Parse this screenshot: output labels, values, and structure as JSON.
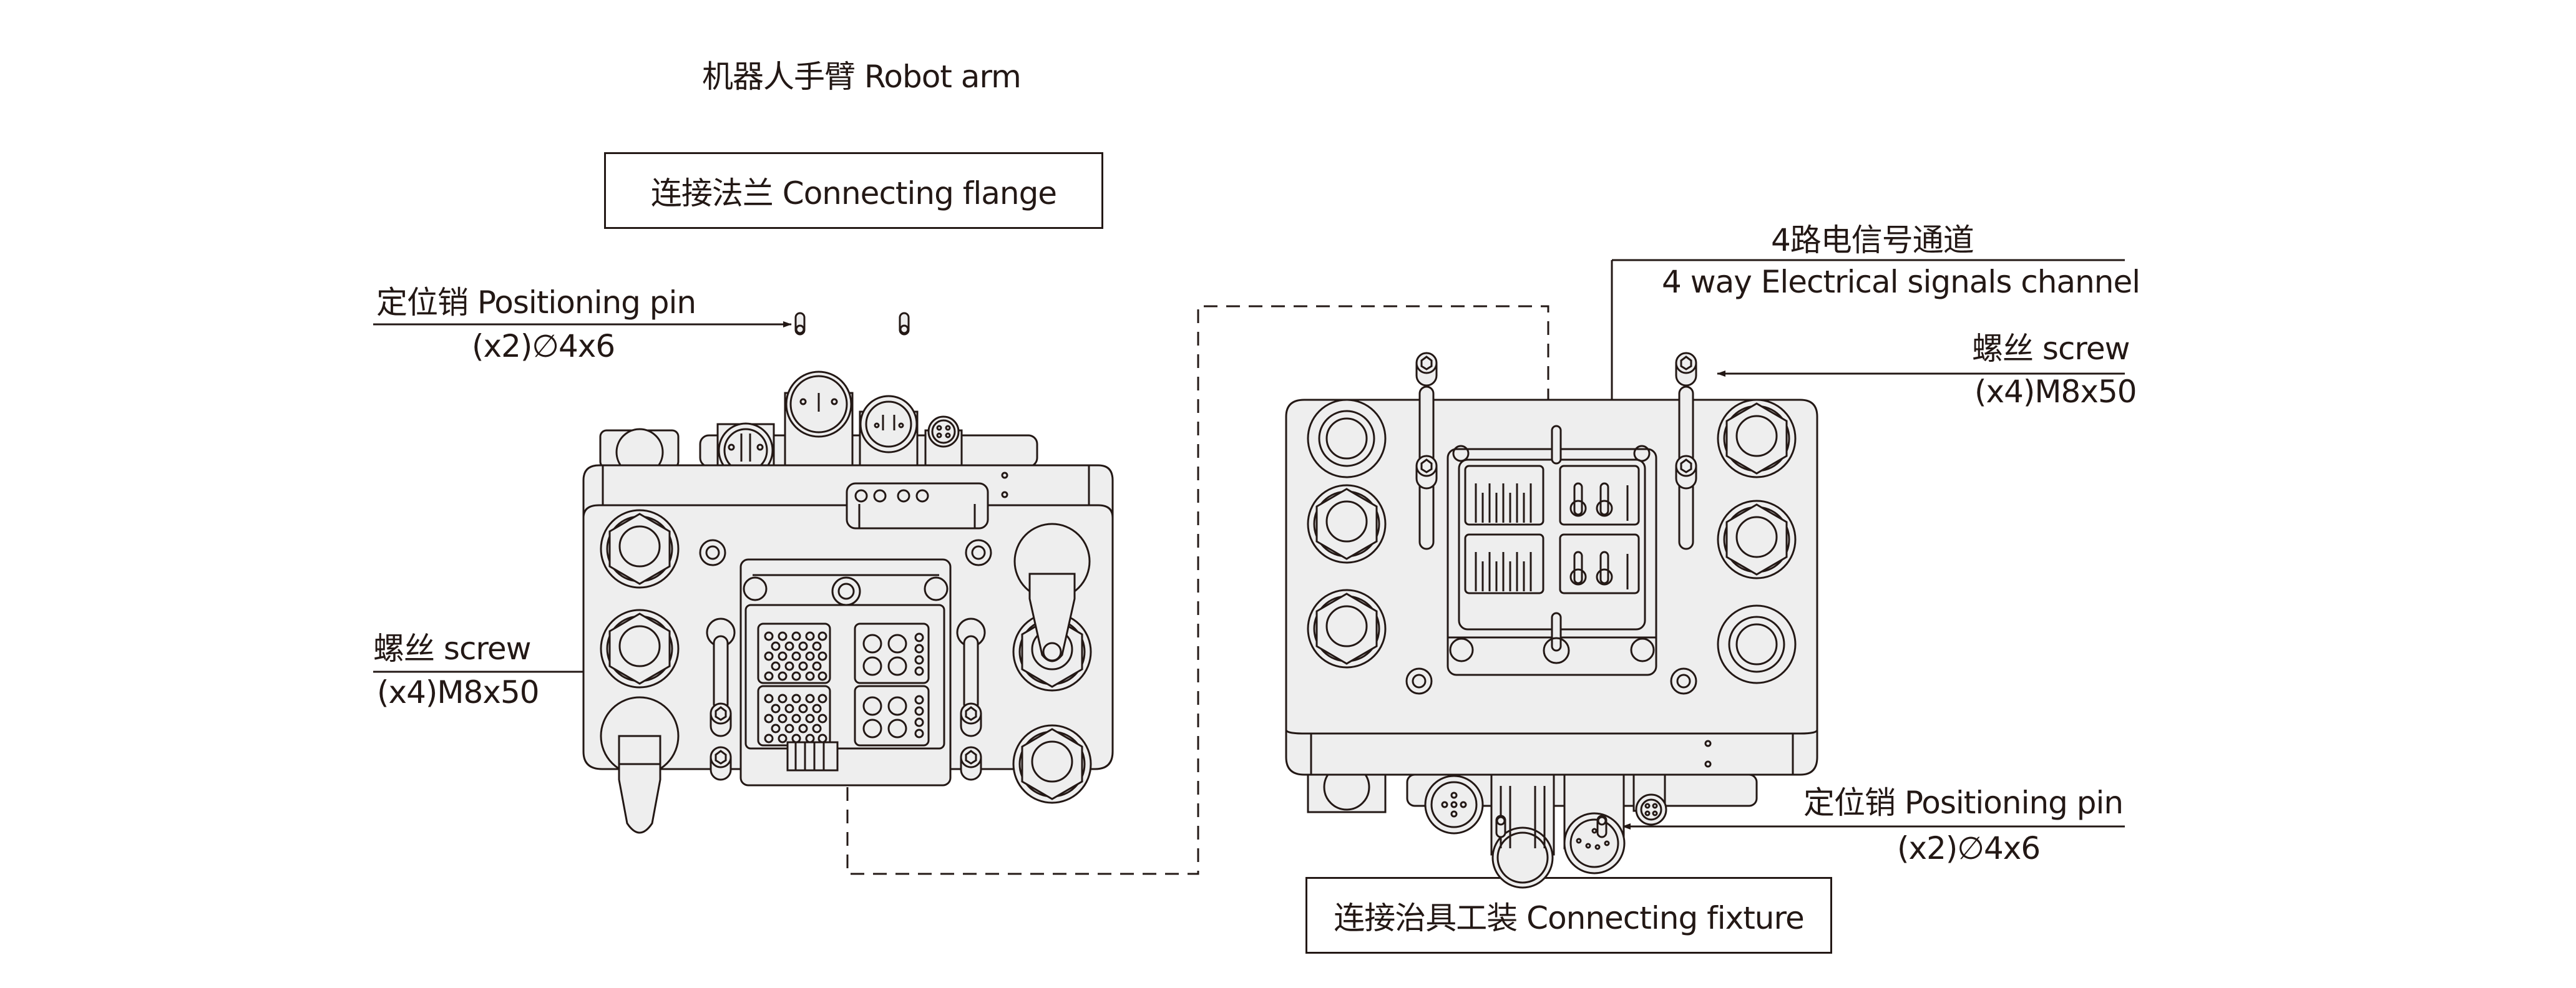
{
  "diagram": {
    "title": "机器人手臂 Robot arm",
    "top_box": "连接法兰 Connecting flange",
    "bottom_box": "连接治具工装 Connecting fixture",
    "left_callouts": {
      "pin_label": "定位销 Positioning pin",
      "pin_spec": "(x2)∅4x6",
      "screw_label": "螺丝 screw",
      "screw_spec": "(x4)M8x50"
    },
    "right_callouts": {
      "signal_label_cn": "4路电信号通道",
      "signal_label_en": "4 way Electrical signals channel",
      "screw_label": "螺丝 screw",
      "screw_spec": "(x4)M8x50",
      "pin_label": "定位销 Positioning pin",
      "pin_spec": "(x2)∅4x6"
    },
    "colors": {
      "line": "#231815",
      "fill": "#eeeeee"
    }
  }
}
